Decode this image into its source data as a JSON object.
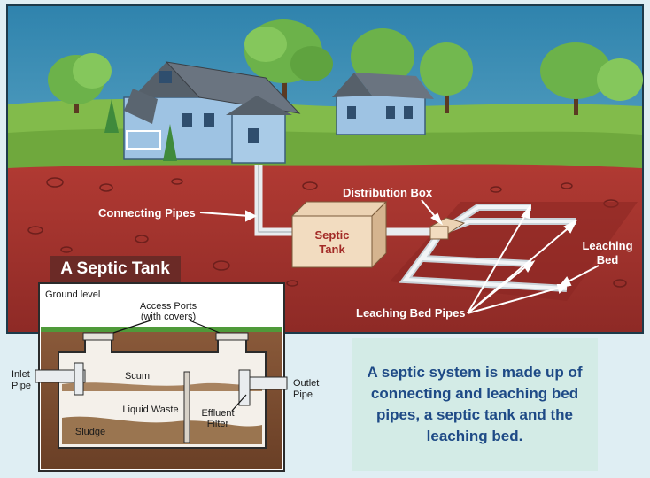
{
  "scene": {
    "labels": {
      "connecting_pipes": "Connecting Pipes",
      "distribution_box": "Distribution Box",
      "septic_tank_line1": "Septic",
      "septic_tank_line2": "Tank",
      "leaching_bed_line1": "Leaching",
      "leaching_bed_line2": "Bed",
      "leaching_bed_pipes": "Leaching Bed Pipes"
    }
  },
  "inset": {
    "title": "A Septic Tank",
    "labels": {
      "ground_level": "Ground level",
      "access_ports_line1": "Access Ports",
      "access_ports_line2": "(with covers)",
      "inlet_line1": "Inlet",
      "inlet_line2": "Pipe",
      "outlet_line1": "Outlet",
      "outlet_line2": "Pipe",
      "scum": "Scum",
      "liquid_waste": "Liquid Waste",
      "effluent_line1": "Effluent",
      "effluent_line2": "Filter",
      "sludge": "Sludge"
    }
  },
  "caption": {
    "text": "A septic system is made up of connecting and leaching bed pipes, a septic tank and the leaching bed."
  },
  "colors": {
    "sky": "#3f8fb5",
    "grass": "#7fb84a",
    "soil": "#a8342f",
    "caption_text": "#1e4a86",
    "badge": "#6b2a26"
  }
}
